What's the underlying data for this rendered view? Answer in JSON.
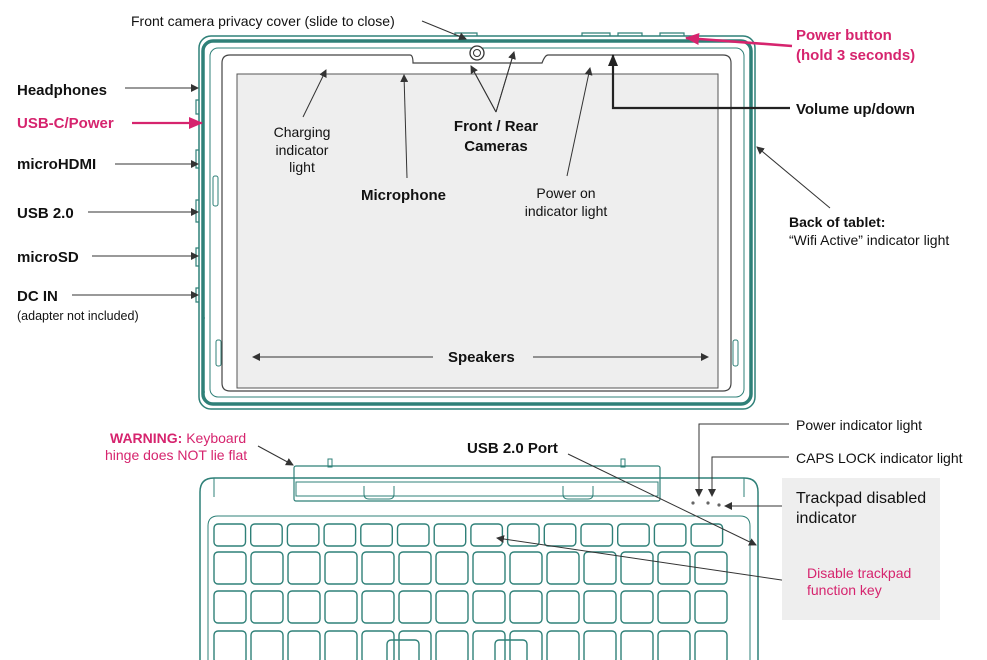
{
  "labels": {
    "front_camera_cover": "Front camera privacy cover (slide to close)",
    "power_button": [
      "Power button",
      "(hold 3 seconds)"
    ],
    "volume": "Volume up/down",
    "headphones": "Headphones",
    "usbc_power": "USB-C/Power",
    "microhdmi": "microHDMI",
    "usb20_left": "USB 2.0",
    "microsd": "microSD",
    "dc_in": "DC IN",
    "adapter_note": "(adapter not included)",
    "charging_light": [
      "Charging",
      "indicator",
      "light"
    ],
    "microphone": "Microphone",
    "cameras": [
      "Front / Rear",
      "Cameras"
    ],
    "power_on_light": [
      "Power on",
      "indicator light"
    ],
    "back_of_tablet": "Back of tablet:",
    "wifi_active": "“Wifi Active” indicator light",
    "speakers": "Speakers",
    "warning_bold": "WARNING:",
    "warning_rest": " Keyboard",
    "warning_line2": "hinge does NOT lie flat",
    "usb20_port": "USB 2.0 Port",
    "power_indicator": "Power indicator light",
    "caps_lock": "CAPS LOCK indicator light",
    "trackpad_disabled": [
      "Trackpad disabled",
      "indicator"
    ],
    "disable_trackpad_key": [
      "Disable trackpad",
      "function key"
    ]
  },
  "colors": {
    "accent": "#d6246e",
    "device_outline": "#2f8078",
    "screen_fill": "#eeeeee",
    "callout_box": "#eeeeee",
    "leader_line": "#333333"
  },
  "icons": [
    "camera-lens-icon"
  ]
}
